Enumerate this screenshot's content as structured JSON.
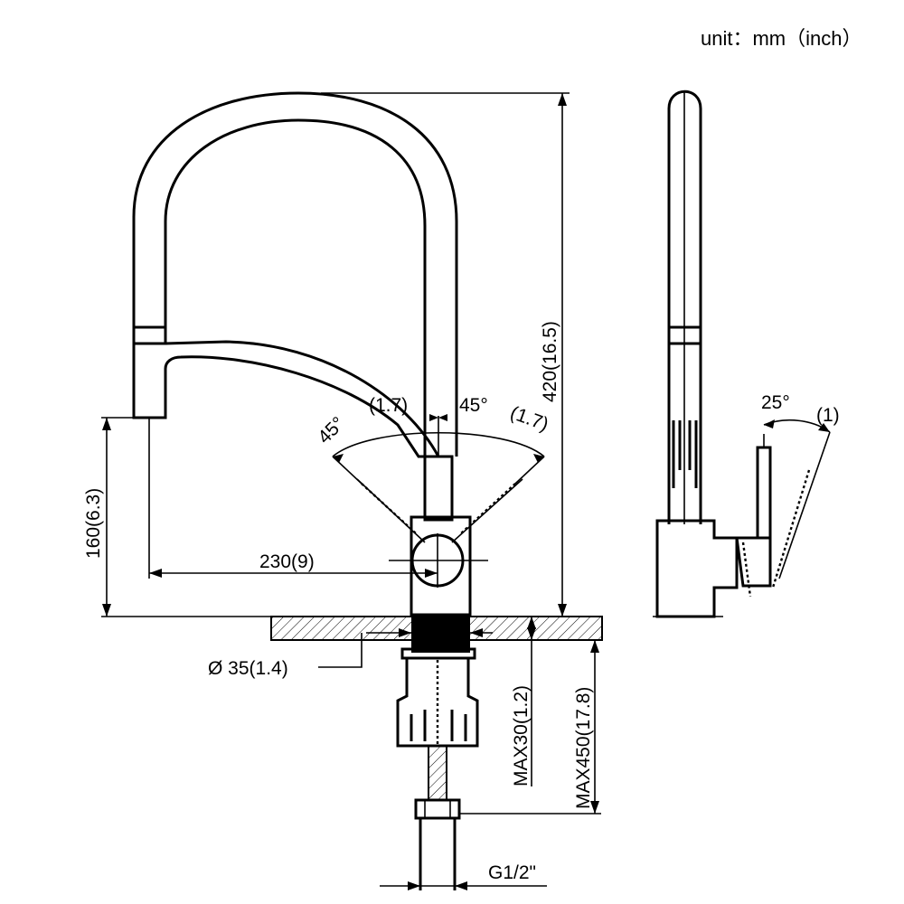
{
  "unit_label": "unit：mm（inch）",
  "dimensions": {
    "height_total": "420(16.5)",
    "spout_height": "160(6.3)",
    "reach": "230(9)",
    "hole_diameter": "Ø 35(1.4)",
    "max_deck": "MAX30(1.2)",
    "max_hose": "MAX450(17.8)",
    "thread": "G1/2\"",
    "angle_left": "45°",
    "angle_left_len": "(1.7)",
    "angle_right": "45°",
    "angle_right_len": "(1.7)",
    "side_angle": "25°",
    "side_angle_len": "(1)"
  }
}
